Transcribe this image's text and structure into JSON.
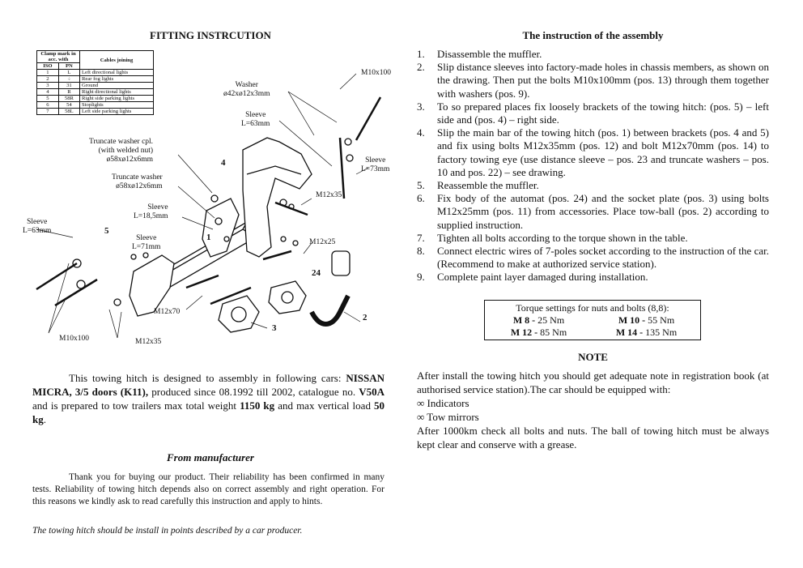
{
  "left_title": "FITTING INSTRCUTION",
  "right_title": "The instruction of the assembly",
  "cable_table": {
    "header_clamp": "Clamp mark in acc. with",
    "header_iso": "ISO",
    "header_pn": "PN",
    "header_cables": "Cables joining",
    "rows": [
      {
        "iso": "1",
        "pn": "L",
        "desc": "Left directional lights"
      },
      {
        "iso": "2",
        "pn": "÷",
        "desc": "Rear fog lights"
      },
      {
        "iso": "3",
        "pn": "31",
        "desc": "Ground"
      },
      {
        "iso": "4",
        "pn": "R",
        "desc": "Right directional lights"
      },
      {
        "iso": "5",
        "pn": "58R",
        "desc": "Right side parking lights"
      },
      {
        "iso": "6",
        "pn": "54",
        "desc": "Stoplights"
      },
      {
        "iso": "7",
        "pn": "58L",
        "desc": "Left side parking lights"
      }
    ]
  },
  "diagram": {
    "m10x100_top": "M10x100",
    "washer": "Washer\nø42xø12x3mm",
    "sleeve_63_top": "Sleeve\nL=63mm",
    "truncate_washer_cpl": "Truncate washer cpl.\n(with welded nut)\nø58xø12x6mm",
    "truncate_washer": "Truncate washer\nø58xø12x6mm",
    "sleeve_73": "Sleeve\nL=73mm",
    "m12x35_right": "M12x35",
    "sleeve_18": "Sleeve\nL=18,5mm",
    "sleeve_63_left": "Sleeve\nL=63mm",
    "sleeve_71": "Sleeve\nL=71mm",
    "m12x25": "M12x25",
    "m12x70": "M12x70",
    "m10x100_bottom": "M10x100",
    "m12x35_bottom": "M12x35",
    "pos_1": "1",
    "pos_2": "2",
    "pos_3": "3",
    "pos_4": "4",
    "pos_5": "5",
    "pos_24": "24"
  },
  "intro": {
    "t1": "This towing hitch is designed to assembly in following cars: ",
    "car": "NISSAN MICRA, 3/5 doors (K11),",
    "t2": " produced since 08.1992 till 2002, catalogue no. ",
    "catalogue": "V50A",
    "t3": " and is prepared to tow trailers max total weight ",
    "weight": "1150 kg",
    "t4": " and max vertical load ",
    "load": "50 kg",
    "t5": "."
  },
  "from_title": "From manufacturer",
  "thanks": "Thank you for buying our product. Their reliability has been confirmed in many tests. Reliability of towing hitch depends also on correct assembly and right operation. For this reasons we kindly ask to read carefully this instruction and apply to hints.",
  "italic_note": "The towing hitch should be install in points described by a car producer.",
  "steps": [
    {
      "n": "1.",
      "text": "Disassemble the muffler."
    },
    {
      "n": "2.",
      "text": "Slip distance sleeves into factory-made holes in chassis members, as shown on the drawing. Then put the bolts M10x100mm (pos. 13) through them together with washers (pos. 9)."
    },
    {
      "n": "3.",
      "text": "To so prepared places fix loosely brackets of the towing hitch: (pos. 5) – left side and (pos. 4) – right side."
    },
    {
      "n": "4.",
      "text": "Slip the main bar of the towing hitch (pos. 1) between brackets (pos. 4 and 5) and fix using bolts M12x35mm (pos. 12) and bolt M12x70mm (pos. 14) to factory towing eye (use distance sleeve – pos. 23 and truncate washers – pos. 10 and pos. 22) – see drawing."
    },
    {
      "n": "5.",
      "text": "Reassemble the muffler."
    },
    {
      "n": "6.",
      "text": "Fix body of the automat (pos. 24) and the socket plate (pos. 3) using bolts M12x25mm (pos. 11) from accessories. Place tow-ball (pos. 2) according to supplied instruction."
    },
    {
      "n": "7.",
      "text": "Tighten all bolts according to the torque shown in the table."
    },
    {
      "n": "8.",
      "text": "Connect electric wires of 7-poles socket according to the instruction of the car. (Recommend to make at authorized service station)."
    },
    {
      "n": "9.",
      "text": "Complete paint layer damaged during installation."
    }
  ],
  "torque": {
    "title": "Torque settings for nuts and bolts (8,8):",
    "m8_label": "M 8 -",
    "m8_value": " 25 Nm",
    "m10_label": "M 10 -",
    "m10_value": " 55 Nm",
    "m12_label": "M 12 -",
    "m12_value": " 85 Nm",
    "m14_label": "M 14 -",
    "m14_value": " 135 Nm"
  },
  "note_title": "NOTE",
  "note": {
    "line1": "After install the towing hitch you should get adequate note in registration book (at authorised service station).The car should be equipped with:",
    "item1": "∞  Indicators",
    "item2": "∞  Tow mirrors",
    "line2": "After 1000km check all bolts and nuts. The ball of towing hitch must be always kept clear and conserve with a grease."
  }
}
